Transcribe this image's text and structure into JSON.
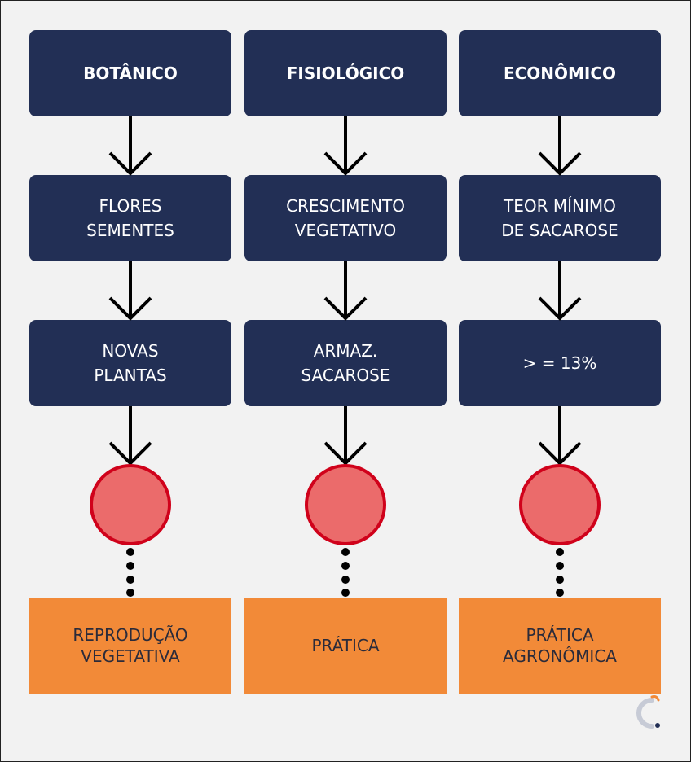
{
  "columns": [
    {
      "header": "BOTÂNICO",
      "middle": "FLORES\nSEMENTES",
      "lower": "NOVAS\nPLANTAS",
      "result": "REPRODUÇÃO\nVEGETATIVA"
    },
    {
      "header": "FISIOLÓGICO",
      "middle": "CRESCIMENTO\nVEGETATIVO",
      "lower": "ARMAZ.\nSACAROSE",
      "result": "PRÁTICA"
    },
    {
      "header": "ECONÔMICO",
      "middle": "TEOR MÍNIMO\nDE SACAROSE",
      "lower": "> = 13%",
      "result": "PRÁTICA\nAGRONÔMICA"
    }
  ],
  "colors": {
    "background": "#f2f2f2",
    "box": "#222f55",
    "box_text": "#ffffff",
    "circle_fill": "#eb6b6b",
    "circle_stroke": "#d0021b",
    "result_fill": "#f28a38",
    "result_text": "#2b2b3a",
    "arrow": "#000000"
  },
  "icons": {
    "logo": "c-logo-icon"
  }
}
